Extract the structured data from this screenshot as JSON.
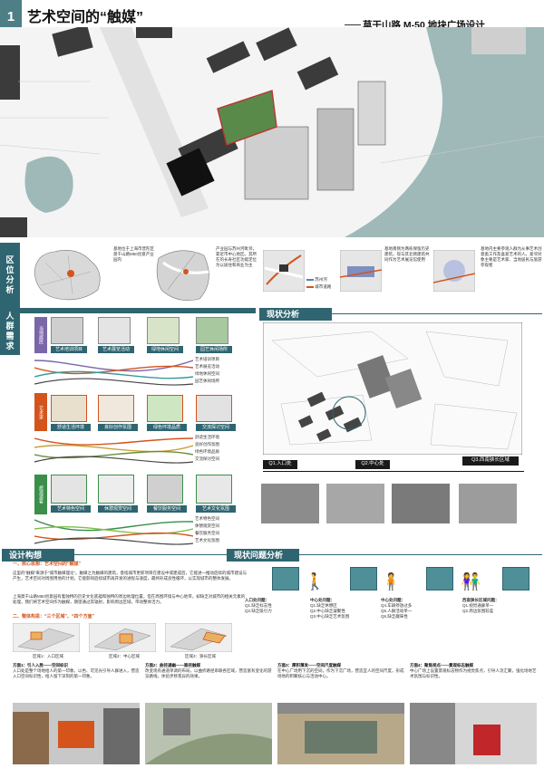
{
  "header": {
    "number": "1",
    "title": "艺术空间的“触媒”",
    "subtitle": "莫干山路 M-50 地块广场设计"
  },
  "tabs": {
    "location": "区位分析",
    "crowd": "人群需求",
    "design_concept": "设计构想",
    "current": "现状分析",
    "problem": "现状问题分析"
  },
  "location": {
    "notes": [
      "基地位于上海市普陀区莫干山路M50创意产业园内",
      "产业园与苏州河毗邻，靠近市中心地区。其所在的长寿社区功能定位为以居住和商业为主",
      "基地南侧为两栋保留历史建筑，现与其北侧建筑共同作为艺术展览馆使用",
      "基地内主要参观人群为从事艺术创意类工作及喜爱艺术的人。紧邻对象主要是艺术家、当地居民与旅游参观者"
    ],
    "legend": [
      "苏州河",
      "城市道路"
    ]
  },
  "crowd": {
    "group_labels": [
      "当地居民",
      "艺术家",
      "旅游游客"
    ],
    "row1_labels": [
      "艺术培训项目",
      "艺术展览活动",
      "绿地休闲空间",
      "园艺休闲场所"
    ],
    "row2_labels": [
      "舒适生活环境",
      "良好创作氛围",
      "绿色环境品质",
      "交流探讨空间"
    ],
    "row3_labels": [
      "艺术特色空间",
      "休憩观赏空间",
      "餐饮服务空间",
      "艺术文化氛围"
    ],
    "lines1": [
      "艺术培训项目",
      "艺术展览活动",
      "绿地休闲空间",
      "园艺休闲场所"
    ],
    "lines2": [
      "舒适生活环境",
      "良好创作氛围",
      "绿色环境品质",
      "交流探讨空间"
    ],
    "lines3": [
      "艺术特色空间",
      "休憩观赏空间",
      "餐饮服务空间",
      "艺术文化氛围"
    ]
  },
  "current": {
    "q_labels": [
      "Q1.入口处",
      "Q2.中心处",
      "Q3.西南狭长区域"
    ]
  },
  "problems": {
    "groups": [
      {
        "title": "入口处问题：",
        "items": [
          "Q1.缺乏标志性",
          "Q2.缺乏吸引力"
        ]
      },
      {
        "title": "中心处问题：",
        "items": [
          "Q1.缺乏休憩区",
          "Q2.中心缺乏凝聚性",
          "Q3.中心缺乏艺术氛围"
        ]
      },
      {
        "title": "中心处问题：",
        "items": [
          "Q4.车辆停放过多",
          "Q5.人群活动单一",
          "Q6.缺乏趣味性"
        ]
      },
      {
        "title": "西南狭长区域问题：",
        "items": [
          "Q1.视觉通廊单一",
          "Q2.周边氛围较差"
        ]
      }
    ]
  },
  "concept": {
    "core_heading": "一、核心思想：艺术空间的“触媒”",
    "core_text": "这里的“触媒”来源于“城市触媒理论”。触媒之为触媒的建筑，意指城市更新项目在建设中或建成后，它能进一推动后续的城市建设与产生，艺术空间对周围用地的计划，它能影响后续城市再开发的进程与速度，最终形成良性循环，以实现城市的整体发展。",
    "core_text2": "上海莫干山路M50创意园有着独特的历史文化底蕴和独特的周边地理位置，但在周围环境与中心地带，却缺乏对城市的相关元素的处理，我们将艺术空间作为触媒，期望通过其辐射，影响周边区域，带动整体活力。",
    "plan_heading": "二、整体构思：“三个区域”、“四个方面”",
    "zone_labels": [
      "区域1：入口区域",
      "区域2：中心区域",
      "区域3：狭长区域"
    ],
    "schemes": [
      {
        "title": "方面1：引人入胜——空间标识",
        "text": "入口处是整个场地给人的第一印象。以色、可见光引导人群进入，营造入口空间标识性，给人留下深刻的第一印象。"
      },
      {
        "title": "方面2：曲径通幽——路径触媒",
        "text": "改变现有通道单调的布局，以曲折路径串联各区域，营造富有变化的游览路线，体验步移景异的效果。"
      },
      {
        "title": "方面3：厚积薄发——空间尺度触媒",
        "text": "在中心广场用下沉的空间，作为下沉广场，营造宜人的空间尺度，形成场地的积聚核心与活动中心。"
      },
      {
        "title": "方面4：聚焦视点——景观标志触媒",
        "text": "中心广场上设置景观标志物作为视觉焦点，引导人流汇聚，强化场地艺术氛围与标识性。"
      }
    ]
  }
}
